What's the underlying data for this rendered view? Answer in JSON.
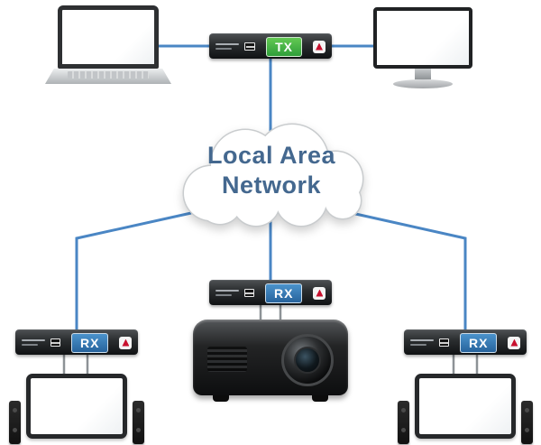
{
  "diagram": {
    "cloud": {
      "label": "Local Area Network"
    },
    "devices": {
      "tx": {
        "badge": "TX"
      },
      "rx_left": {
        "badge": "RX"
      },
      "rx_center": {
        "badge": "RX"
      },
      "rx_right": {
        "badge": "RX"
      }
    },
    "colors": {
      "link": "#4a86c4",
      "device_link": "#8d9296",
      "tx_badge": "#3fae49",
      "rx_badge": "#2e6da4",
      "cloud_text": "#44688f"
    }
  }
}
